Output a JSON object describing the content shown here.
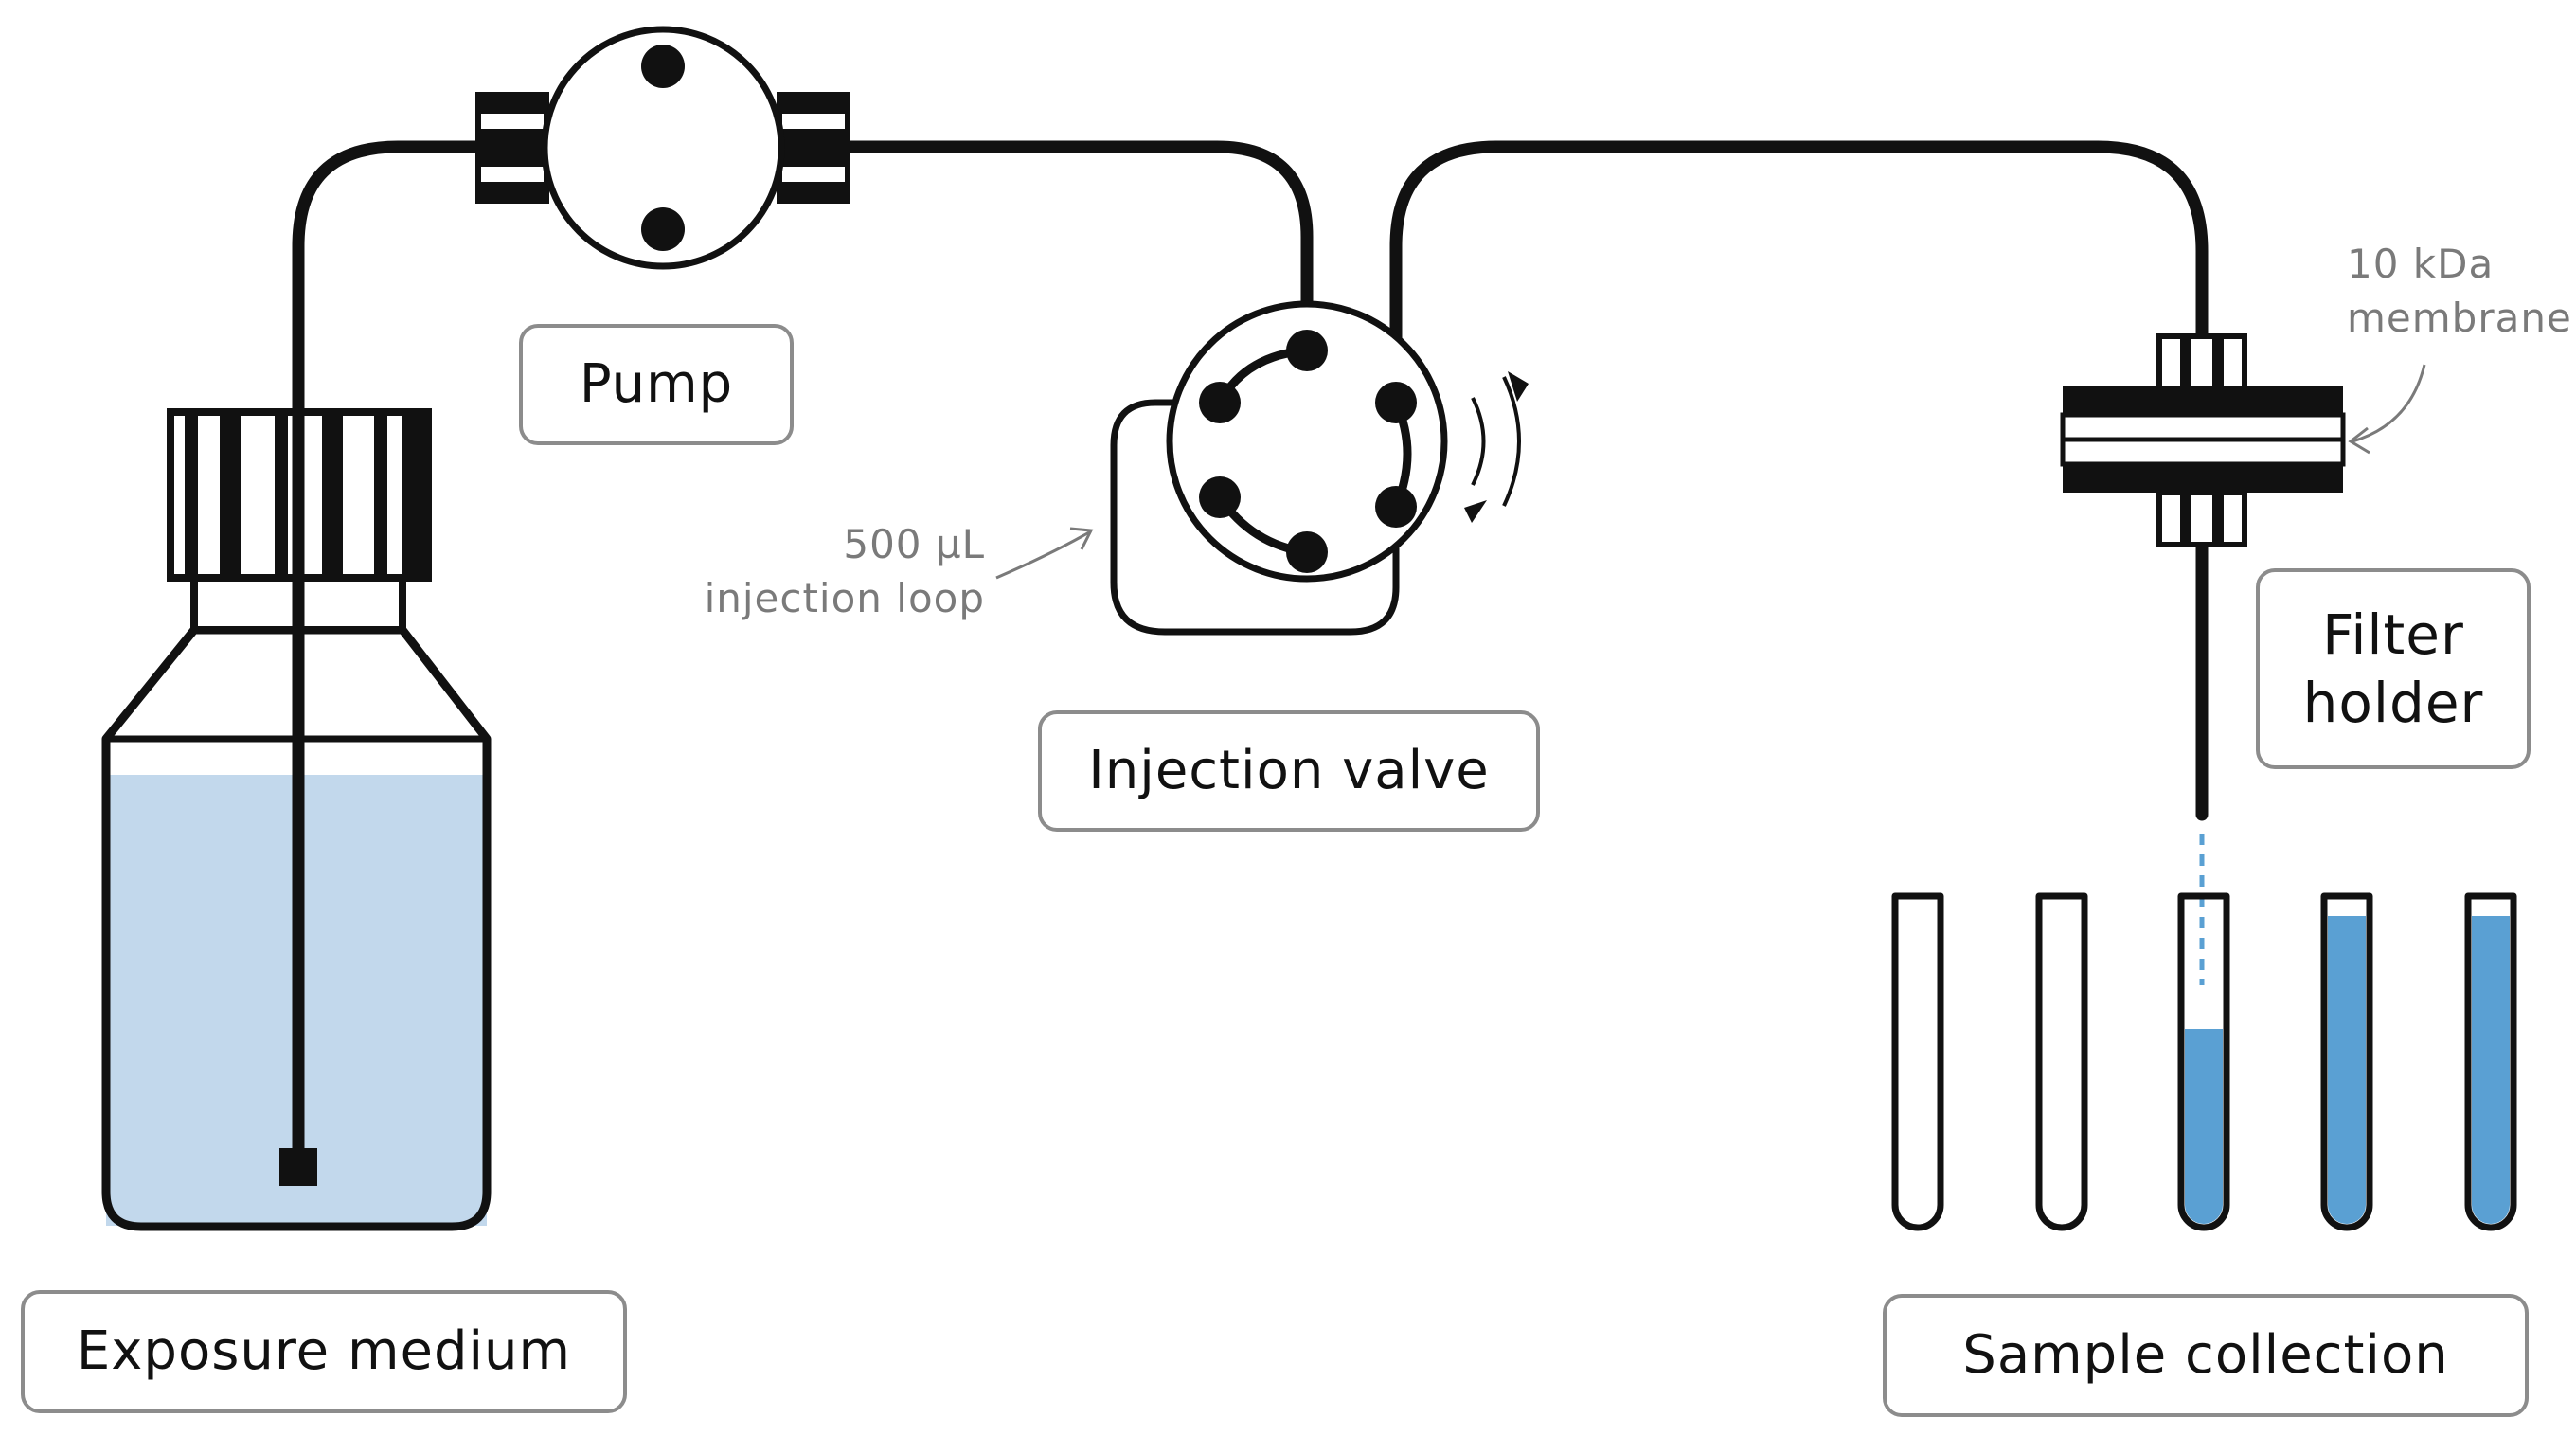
{
  "colors": {
    "line": "#111111",
    "label_border": "#8c8c8c",
    "annotation": "#7a7a7a",
    "medium_light": "#c2d8ec",
    "sample_blue": "#5aa0d3"
  },
  "labels": {
    "pump": "Pump",
    "injection_valve": "Injection valve",
    "exposure_medium": "Exposure medium",
    "filter_holder_line1": "Filter",
    "filter_holder_line2": "holder",
    "sample_collection": "Sample collection"
  },
  "annotations": {
    "loop_line1": "500 µL",
    "loop_line2": "injection loop",
    "membrane_line1": "10 kDa",
    "membrane_line2": "membrane"
  },
  "icons": {
    "bottle": "bottle-icon",
    "pump": "pump-icon",
    "valve": "six-port-valve-icon",
    "filter": "filter-holder-icon",
    "tubes": "test-tube-icon"
  },
  "sample_tubes": {
    "fill_levels": [
      0,
      0,
      0.6,
      0.95,
      0.95
    ]
  }
}
